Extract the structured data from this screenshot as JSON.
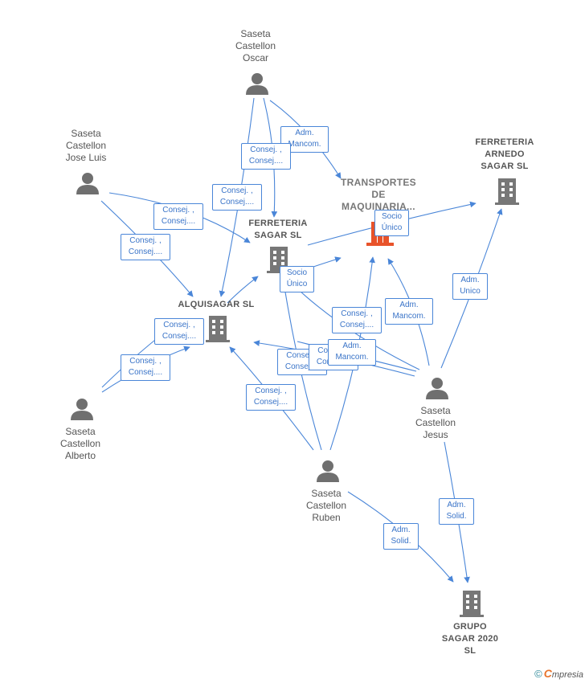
{
  "persons": [
    {
      "id": "oscar",
      "lines": [
        "Saseta",
        "Castellon",
        "Oscar"
      ]
    },
    {
      "id": "jose-luis",
      "lines": [
        "Saseta",
        "Castellon",
        "Jose Luis"
      ]
    },
    {
      "id": "alberto",
      "lines": [
        "Saseta",
        "Castellon",
        "Alberto"
      ]
    },
    {
      "id": "ruben",
      "lines": [
        "Saseta",
        "Castellon",
        "Ruben"
      ]
    },
    {
      "id": "jesus",
      "lines": [
        "Saseta",
        "Castellon",
        "Jesus"
      ]
    }
  ],
  "companies": [
    {
      "id": "transportes",
      "lines": [
        "TRANSPORTES",
        "DE",
        "MAQUINARIA..."
      ],
      "color": "#e8532a"
    },
    {
      "id": "ferreteria-arnedo",
      "lines": [
        "FERRETERIA",
        "ARNEDO",
        "SAGAR SL"
      ],
      "color": "#777777"
    },
    {
      "id": "ferreteria-sagar",
      "lines": [
        "FERRETERIA",
        "SAGAR SL"
      ],
      "color": "#777777"
    },
    {
      "id": "alquisagar",
      "lines": [
        "ALQUISAGAR SL"
      ],
      "color": "#777777"
    },
    {
      "id": "grupo-sagar",
      "lines": [
        "GRUPO",
        "SAGAR 2020",
        "SL"
      ],
      "color": "#777777"
    }
  ],
  "edge_labels": [
    {
      "id": "oscar-transportes",
      "lines": [
        "Adm.",
        "Mancom."
      ]
    },
    {
      "id": "oscar-ferreteria",
      "lines": [
        "Consej. ,",
        "Consej...."
      ]
    },
    {
      "id": "oscar-alquisagar",
      "lines": [
        "Consej. ,",
        "Consej...."
      ]
    },
    {
      "id": "joseluis-ferreteria",
      "lines": [
        "Consej. ,",
        "Consej...."
      ]
    },
    {
      "id": "joseluis-alquisagar",
      "lines": [
        "Consej. ,",
        "Consej...."
      ]
    },
    {
      "id": "ferreteria-transportes",
      "lines": [
        "Socio",
        "Único"
      ]
    },
    {
      "id": "alquisagar-ferreteria",
      "lines": [
        "Socio",
        "Único"
      ]
    },
    {
      "id": "alberto-alquisagar-1",
      "lines": [
        "Consej. ,",
        "Consej...."
      ]
    },
    {
      "id": "alberto-alquisagar-2",
      "lines": [
        "Consej. ,",
        "Consej...."
      ]
    },
    {
      "id": "jesus-arnedo",
      "lines": [
        "Adm.",
        "Unico"
      ]
    },
    {
      "id": "jesus-transportes",
      "lines": [
        "Adm.",
        "Mancom."
      ]
    },
    {
      "id": "jesus-ferreteria",
      "lines": [
        "Consej. ,",
        "Consej...."
      ]
    },
    {
      "id": "jesus-alquisagar-a",
      "lines": [
        "Consej. ,",
        "Consej...."
      ]
    },
    {
      "id": "jesus-alquisagar-b",
      "lines": [
        "Consej. ,",
        "Consej...."
      ]
    },
    {
      "id": "ruben-transportes",
      "lines": [
        "Adm.",
        "Mancom."
      ]
    },
    {
      "id": "ruben-alquisagar",
      "lines": [
        "Consej. ,",
        "Consej...."
      ]
    },
    {
      "id": "ruben-grupo",
      "lines": [
        "Adm.",
        "Solid."
      ]
    },
    {
      "id": "jesus-grupo",
      "lines": [
        "Adm.",
        "Solid."
      ]
    }
  ],
  "colors": {
    "edge": "#4a86d8",
    "person_icon": "#6f6f6f",
    "company_icon": "#777777",
    "main_company_icon": "#e8532a"
  },
  "footer": {
    "copyright": "©",
    "brand_initial": "C",
    "brand_rest": "mpresia"
  }
}
